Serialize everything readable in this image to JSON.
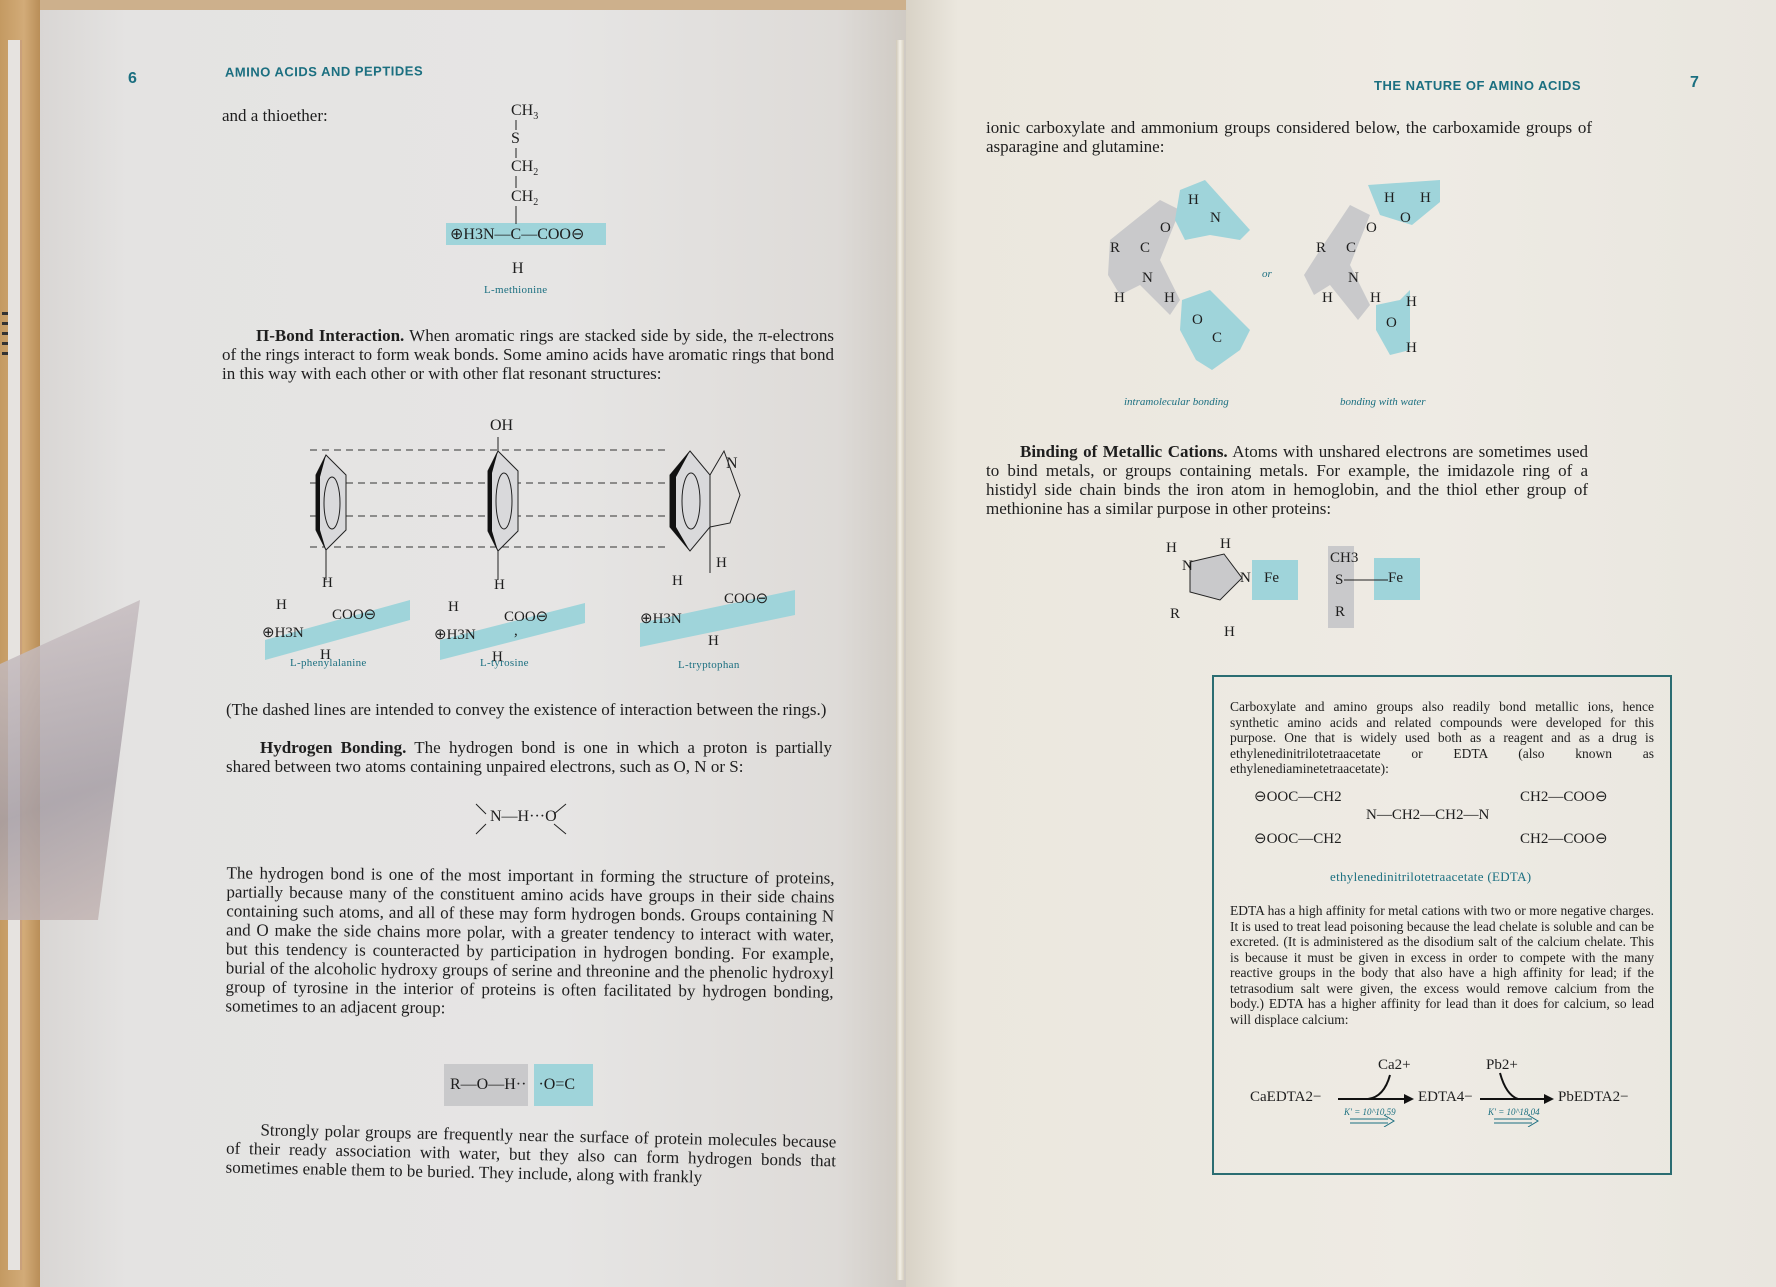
{
  "left_page": {
    "page_number": "6",
    "running_head": "AMINO ACIDS AND PEPTIDES",
    "intro": "and a thioether:",
    "methionine": {
      "chain": [
        "CH3",
        "S",
        "CH2",
        "CH2"
      ],
      "backbone": "⊕H3N—C—COO⊖",
      "bottom": "H",
      "caption": "L-methionine"
    },
    "pi_bond": {
      "heading": "Π-Bond Interaction.",
      "text": "When aromatic rings are stacked side by side, the π-electrons of the rings interact to form weak bonds. Some amino acids have aromatic rings that bond in this way with each other or with other flat resonant structures:"
    },
    "aromatic_figure": {
      "oh_label": "OH",
      "n_label": "N",
      "structures": [
        {
          "caption": "L-phenylalanine",
          "h_top": "H",
          "h_left": "H",
          "carboxyl": "COO⊖",
          "amine": "⊕H3N",
          "h_bottom": "H"
        },
        {
          "caption": "L-tyrosine",
          "h_top": "H",
          "h_left": "H",
          "carboxyl": "COO⊖",
          "amine": "⊕H3N",
          "h_bottom": "H"
        },
        {
          "caption": "L-tryptophan",
          "h_top": "H",
          "h_left": "H",
          "carboxyl": "COO⊖",
          "amine": "⊕H3N",
          "h_bottom": "H"
        }
      ],
      "comma": ","
    },
    "dashed_note": "(The dashed lines are intended to convey the existence of interaction between the rings.)",
    "hydrogen_bonding": {
      "heading": "Hydrogen Bonding.",
      "text": "The hydrogen bond is one in which a proton is partially shared between two atoms containing unpaired electrons, such as O, N or S:"
    },
    "nho_formula": "N—H···O",
    "paragraph2": "The hydrogen bond is one of the most important in forming the structure of proteins, partially because many of the constituent amino acids have groups in their side chains containing such atoms, and all of these may form hydrogen bonds. Groups containing N and O make the side chains more polar, with a greater tendency to interact with water, but this tendency is counteracted by participation in hydrogen bonding. For example, burial of the alcoholic hydroxy groups of serine and threonine and the phenolic hydroxyl group of tyrosine in the interior of proteins is often facilitated by hydrogen bonding, sometimes to an adjacent group:",
    "roh_formula": {
      "grey_part": "R—O—H··",
      "teal_part": "·O=C"
    },
    "paragraph3": "Strongly polar groups are frequently near the surface of protein molecules because of their ready association with water, but they also can form hydrogen bonds that sometimes enable them to be buried. They include, along with frankly"
  },
  "right_page": {
    "page_number": "7",
    "running_head": "THE NATURE OF AMINO ACIDS",
    "paragraph1": "ionic carboxylate and ammonium groups considered below, the carboxamide groups of asparagine and glutamine:",
    "carboxamide_figure": {
      "or_label": "or",
      "left_caption": "intramolecular bonding",
      "right_caption": "bonding with water",
      "atoms": {
        "R": "R",
        "C": "C",
        "O": "O",
        "N": "N",
        "H": "H"
      }
    },
    "metallic": {
      "heading": "Binding of Metallic Cations.",
      "text": "Atoms with unshared electrons are sometimes used to bind metals, or groups containing metals. For example, the imidazole ring of a histidyl side chain binds the iron atom in hemoglobin, and the thiol ether group of methionine has a similar purpose in other proteins:"
    },
    "metal_figure": {
      "fe": "Fe",
      "ch3": "CH3",
      "s": "S",
      "r": "R",
      "n": "N",
      "h": "H"
    },
    "box": {
      "paragraph1": "Carboxylate and amino groups also readily bond metallic ions, hence synthetic amino acids and related compounds were developed for this purpose. One that is widely used both as a reagent and as a drug is ethylenedinitrilotetraacetate or EDTA (also known as ethylenediaminetetraacetate):",
      "edta": {
        "left_top": "⊖OOC—CH2",
        "left_bottom": "⊖OOC—CH2",
        "center": "N—CH2—CH2—N",
        "right_top": "CH2—COO⊖",
        "right_bottom": "CH2—COO⊖",
        "caption": "ethylenedinitrilotetraacetate (EDTA)"
      },
      "paragraph2": "EDTA has a high affinity for metal cations with two or more negative charges. It is used to treat lead poisoning because the lead chelate is soluble and can be excreted. (It is administered as the disodium salt of the calcium chelate. This is because it must be given in excess in order to compete with the many reactive groups in the body that also have a high affinity for lead; if the tetrasodium salt were given, the excess would remove calcium from the body.) EDTA has a higher affinity for lead than it does for calcium, so lead will displace calcium:",
      "reaction": {
        "reactant": "CaEDTA2−",
        "released": "Ca2+",
        "intermediate": "EDTA4−",
        "added": "Pb2+",
        "product": "PbEDTA2−",
        "k1": "K′ = 10^10.59",
        "k2": "K′ = 10^18.04"
      }
    }
  },
  "colors": {
    "accent_teal": "#1b6f80",
    "highlight_teal": "#9fd4da",
    "highlight_grey": "#c9c9cb",
    "box_border": "#2b6d72"
  }
}
